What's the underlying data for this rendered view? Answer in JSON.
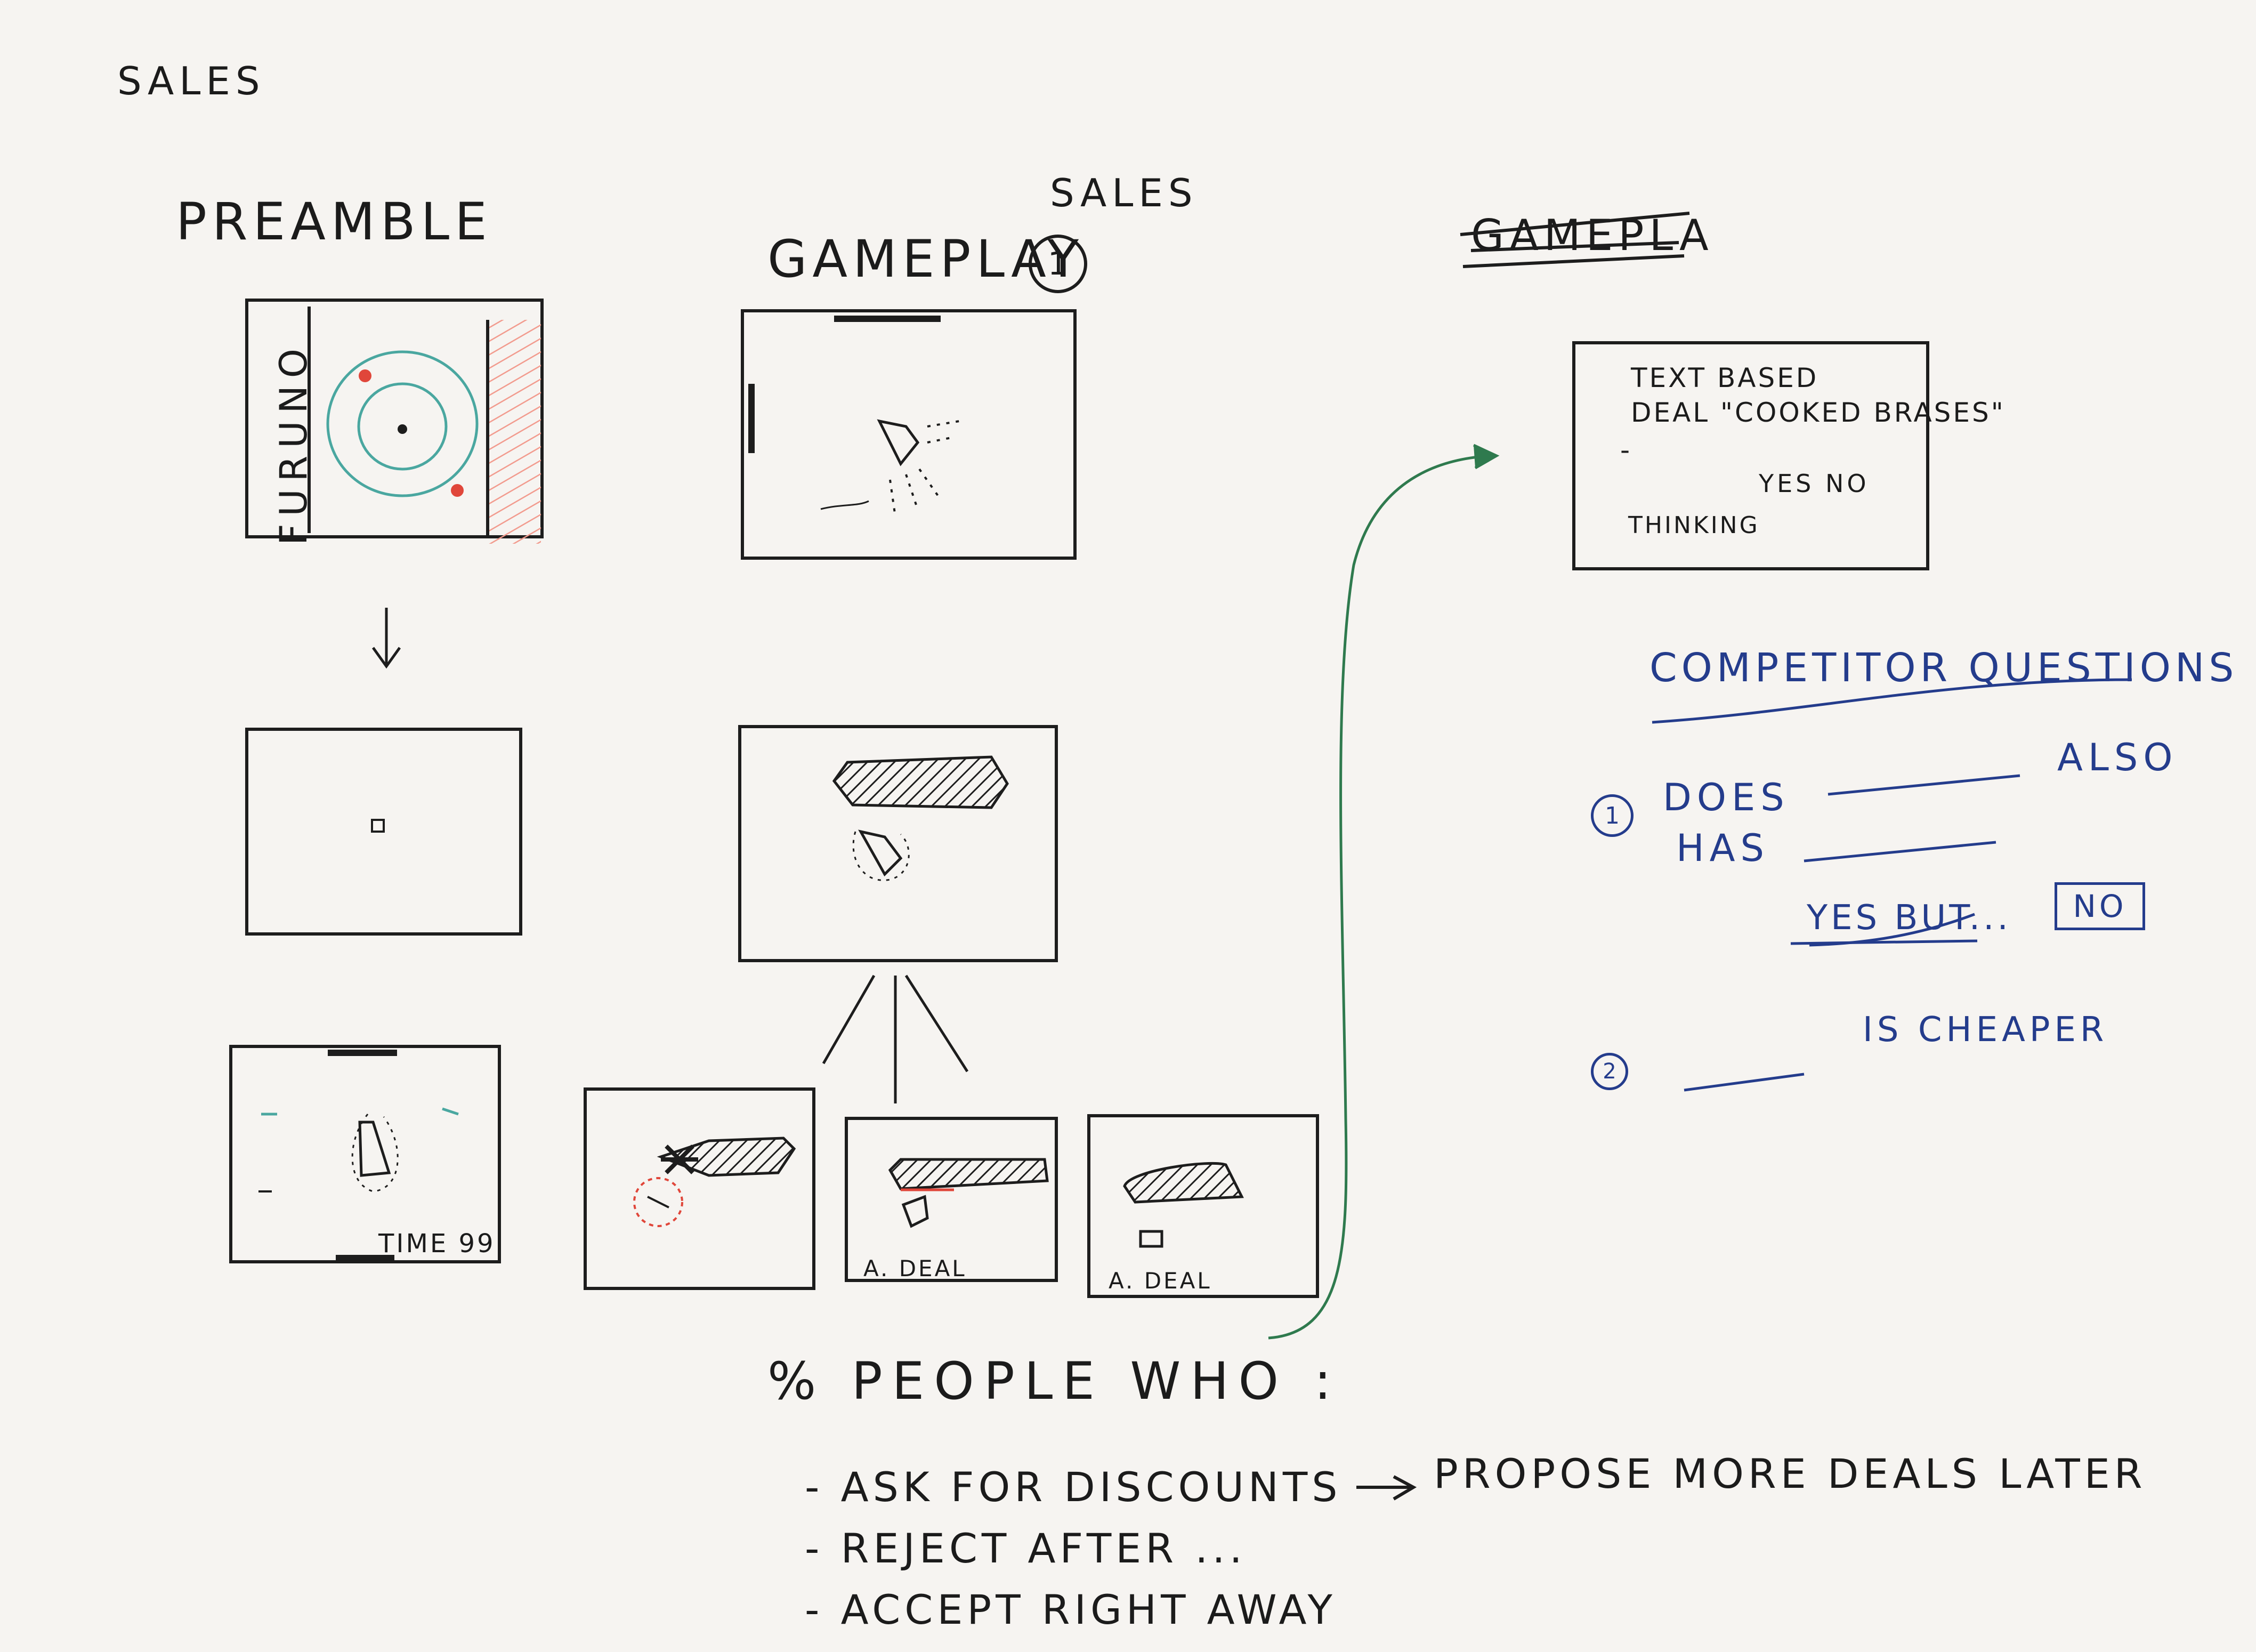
{
  "colors": {
    "ink": "#1d1d1d",
    "blue_ink": "#243c8c",
    "green_ink": "#2f7a4e",
    "red_marker": "#e0463a",
    "pink_hatch": "#f29b8e",
    "teal_marker": "#4aa7a0",
    "paper": "#f6f4f1"
  },
  "page": {
    "corner_label": "SALES"
  },
  "preamble": {
    "title": "PREAMBLE",
    "frame1_vertical_text": "FURUNO",
    "frame3_timer": "TIME 99"
  },
  "gameplay": {
    "title": "GAMEPLAY",
    "sales_label": "SALES",
    "circled_number": "1",
    "branch_labels": [
      "A. DEAL",
      "A. DEAL"
    ]
  },
  "right_panel": {
    "struck_heading": "GAMEPLA",
    "text_box": {
      "line1": "TEXT BASED",
      "line2": "DEAL \"COOKED BRASES\"",
      "line3": "-",
      "options": "YES  NO",
      "status": "THINKING"
    },
    "competitor_heading": "COMPETITOR QUESTIONS",
    "q1_number": "1",
    "q1_line1": "DOES",
    "q1_line2": "HAS",
    "q1_suffix": "ALSO",
    "answer_yes": "YES BUT...",
    "answer_no": "NO",
    "q2_number": "2",
    "q2_suffix": "IS CHEAPER"
  },
  "metrics": {
    "heading": "% PEOPLE WHO :",
    "items": [
      "- ASK FOR DISCOUNTS",
      "- REJECT AFTER ...",
      "- ACCEPT RIGHT AWAY"
    ],
    "arrow_target": "PROPOSE MORE DEALS LATER"
  }
}
